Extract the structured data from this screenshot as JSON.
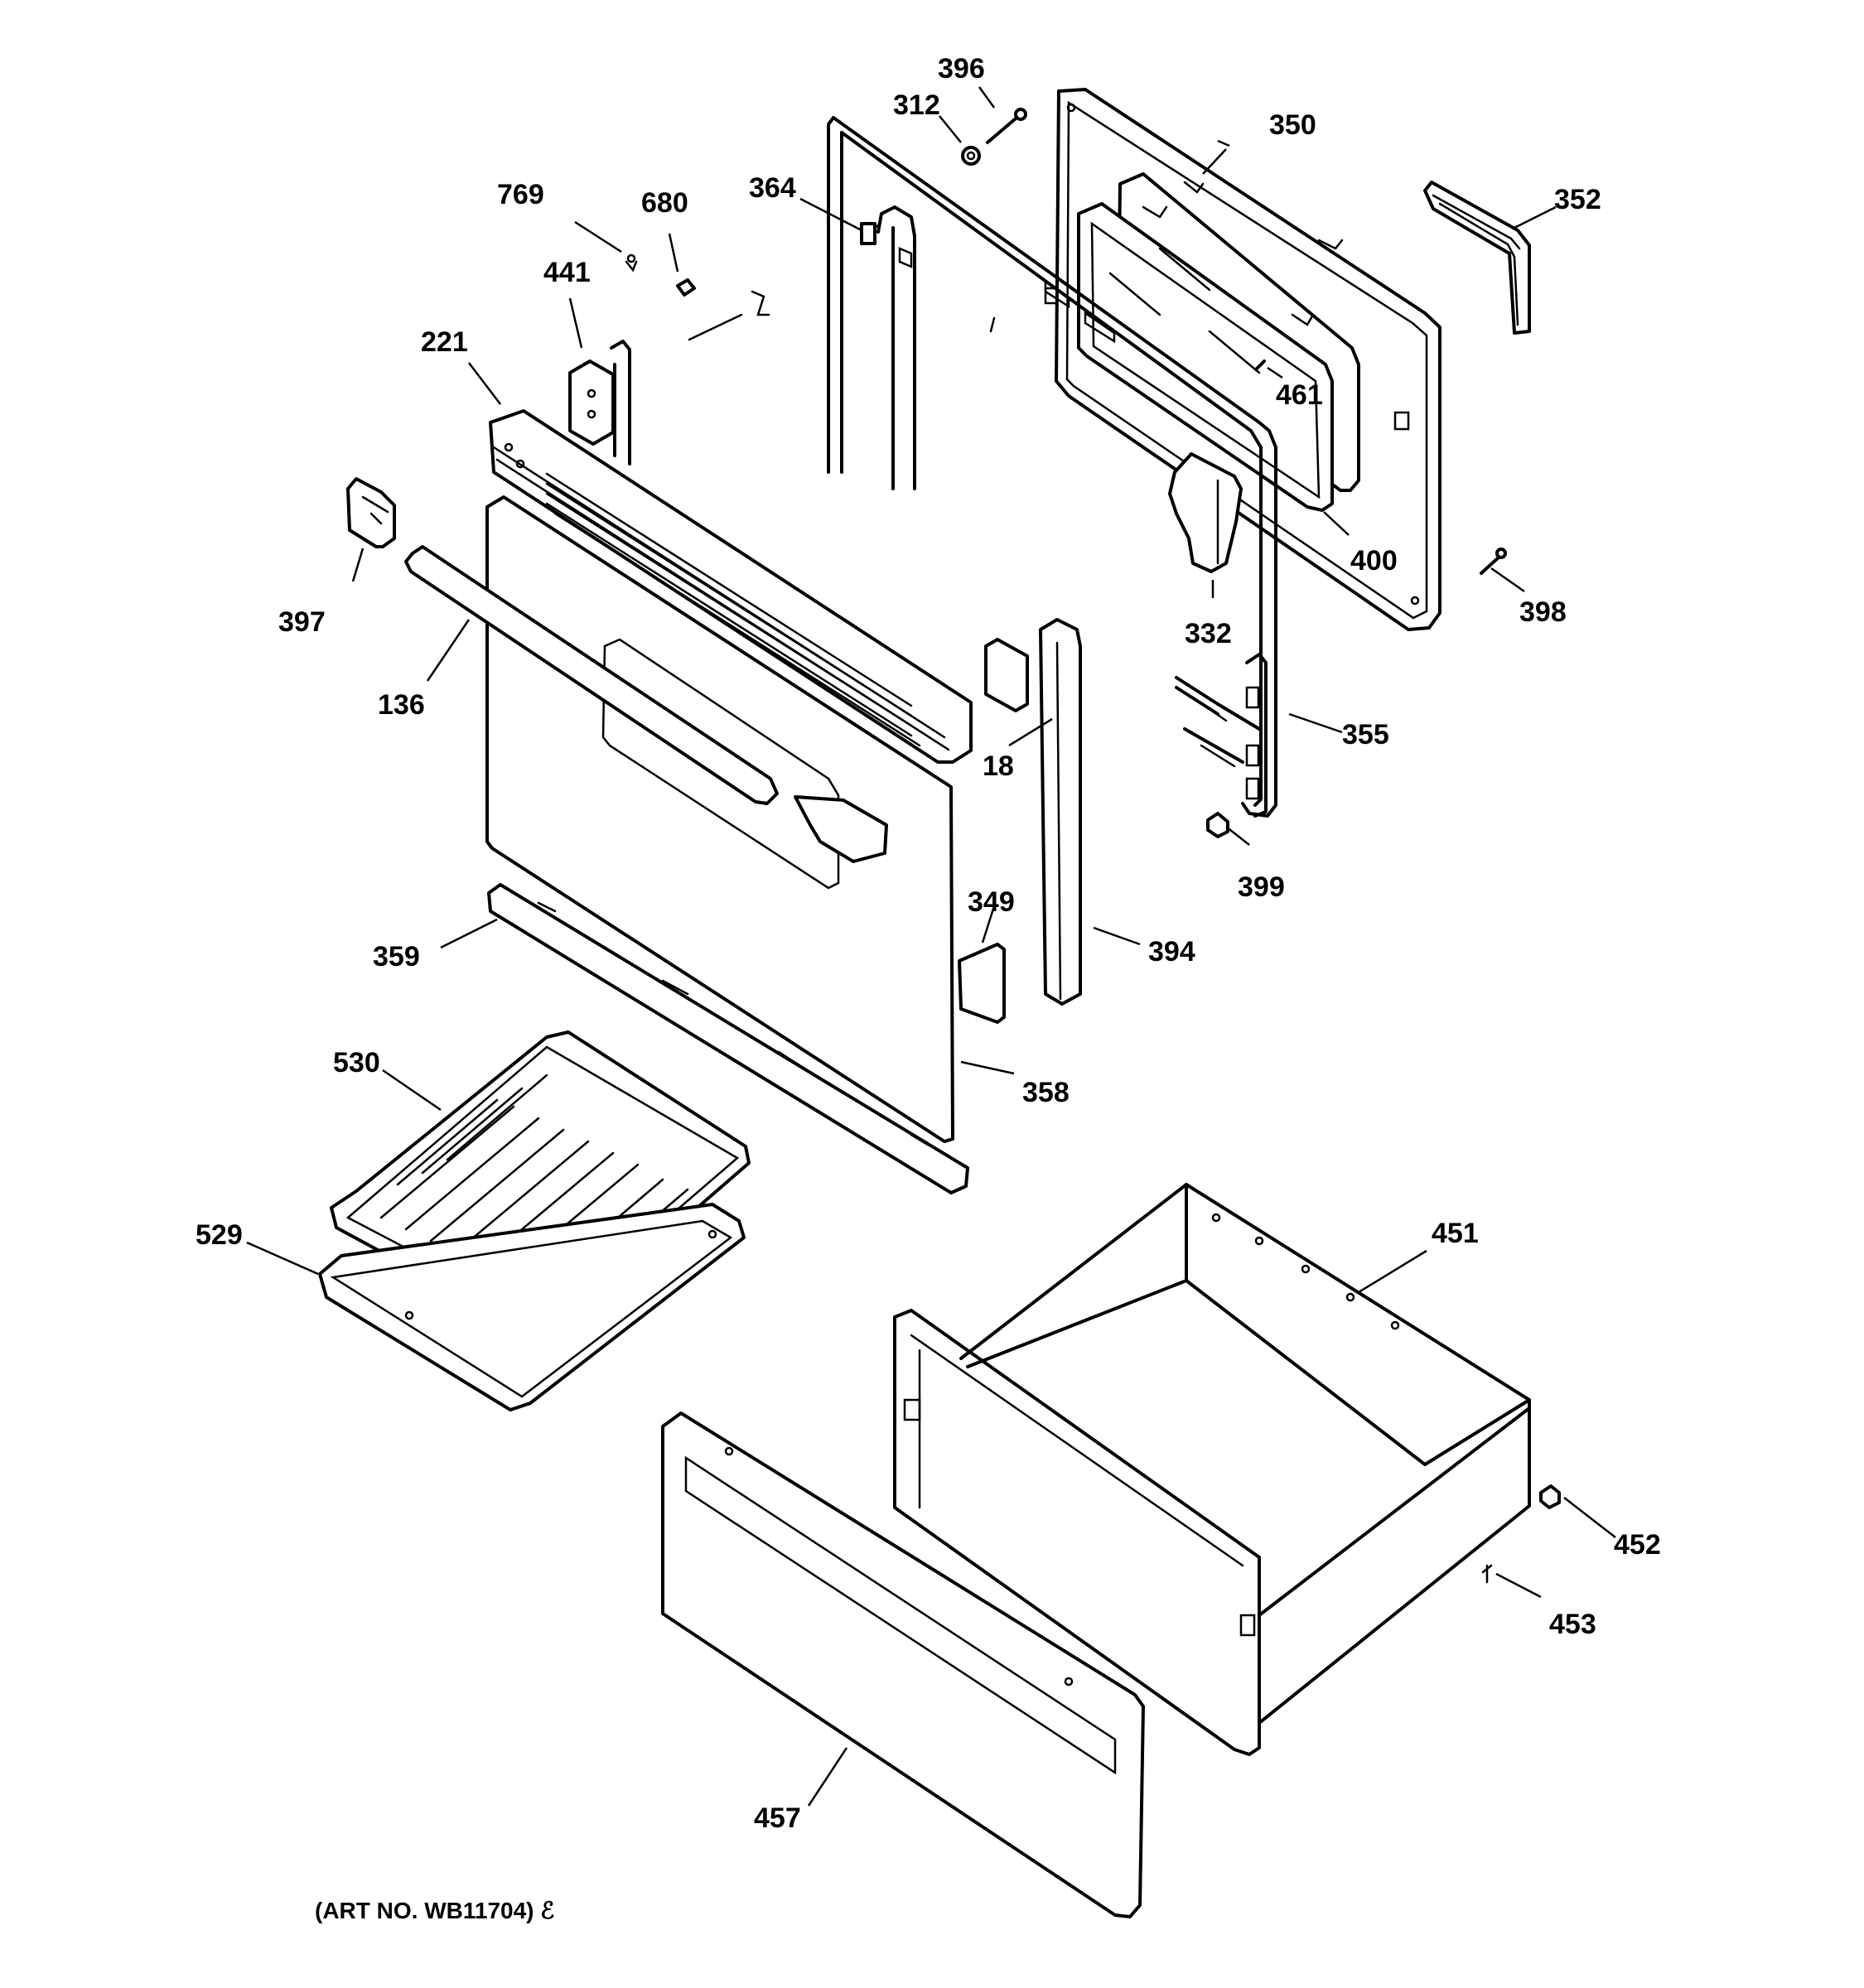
{
  "diagram": {
    "art_number": "(ART NO. WB11704) ℰ",
    "labels": {
      "p396": "396",
      "p312": "312",
      "p350": "350",
      "p352": "352",
      "p769": "769",
      "p680": "680",
      "p364": "364",
      "p441": "441",
      "p221": "221",
      "p461": "461",
      "p400": "400",
      "p398": "398",
      "p397": "397",
      "p332": "332",
      "p136": "136",
      "p18": "18",
      "p355": "355",
      "p399": "399",
      "p349": "349",
      "p394": "394",
      "p359": "359",
      "p530": "530",
      "p358": "358",
      "p529": "529",
      "p451": "451",
      "p452": "452",
      "p453": "453",
      "p457": "457"
    }
  }
}
